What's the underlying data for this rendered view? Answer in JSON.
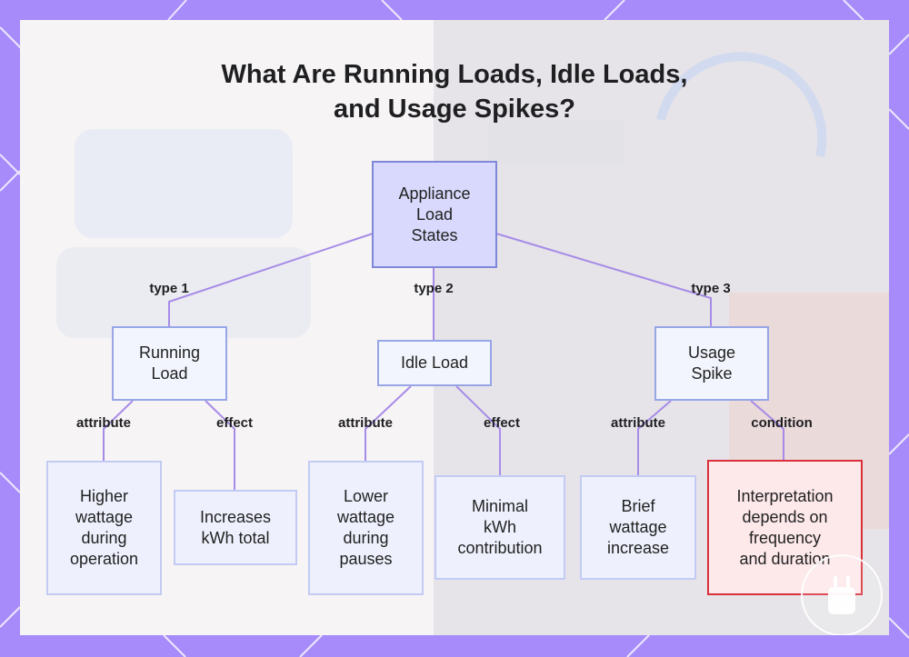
{
  "title_line1": "What Are Running Loads, Idle Loads,",
  "title_line2": "and Usage Spikes?",
  "nodes": {
    "root": "Appliance\nLoad\nStates",
    "running_load": "Running\nLoad",
    "idle_load": "Idle Load",
    "usage_spike": "Usage\nSpike",
    "running_attr": "Higher\nwattage\nduring\noperation",
    "running_effect": "Increases\nkWh total",
    "idle_attr": "Lower\nwattage\nduring\npauses",
    "idle_effect": "Minimal\nkWh\ncontribution",
    "spike_attr": "Brief\nwattage\nincrease",
    "spike_condition": "Interpretation\ndepends on\nfrequency\nand duration"
  },
  "edge_labels": {
    "type1": "type 1",
    "type2": "type 2",
    "type3": "type 3",
    "running_attr": "attribute",
    "running_effect": "effect",
    "idle_attr": "attribute",
    "idle_effect": "effect",
    "spike_attr": "attribute",
    "spike_condition": "condition"
  },
  "colors": {
    "frame": "#a78bfa",
    "connector": "#a78be8",
    "root_fill": "#d8d9fc",
    "warn_border": "#d9303a"
  },
  "icons": {
    "badge": "plug-icon"
  }
}
